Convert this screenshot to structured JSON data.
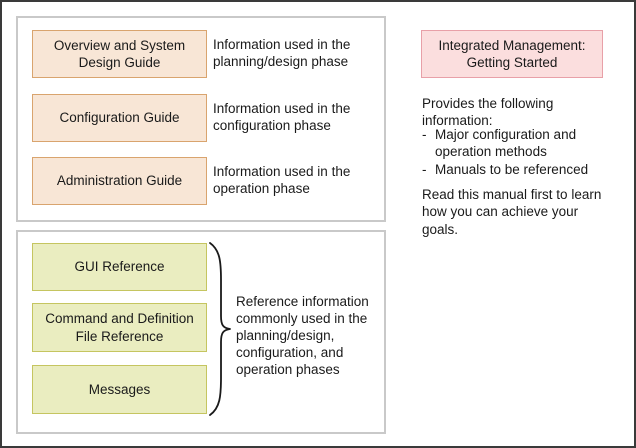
{
  "figure": {
    "frame_border_color": "#3a3a3a",
    "panel_border_color": "#c9c9c9",
    "background": "#ffffff"
  },
  "palette": {
    "orange_fill": "#f8e6d6",
    "orange_border": "#d9a46e",
    "green_fill": "#eaedc0",
    "green_border": "#c5c560",
    "pink_fill": "#fbdede",
    "pink_border": "#e8a0a8",
    "text": "#1a1a1a"
  },
  "guides_panel": {
    "rows": [
      {
        "card_label": "Overview and System\nDesign Guide",
        "description": "Information used in the\nplanning/design phase"
      },
      {
        "card_label": "Configuration Guide",
        "description": "Information used in the\nconfiguration phase"
      },
      {
        "card_label": "Administration Guide",
        "description": "Information used in the\noperation phase"
      }
    ]
  },
  "reference_panel": {
    "cards": [
      {
        "label": "GUI Reference"
      },
      {
        "label": "Command and Definition\nFile Reference"
      },
      {
        "label": "Messages"
      }
    ],
    "brace_icon": "right-curly-brace-icon",
    "caption": "Reference information\ncommonly used in the\nplanning/design,\nconfiguration, and\noperation phases"
  },
  "getting_started": {
    "card_label": "Integrated Management:\nGetting Started",
    "intro": "Provides the following\ninformation:",
    "bullets": [
      {
        "dash": "-",
        "text": "Major configuration and\noperation methods"
      },
      {
        "dash": "-",
        "text": "Manuals to be referenced"
      }
    ],
    "outro": "Read this manual first to learn\nhow you can achieve your\ngoals."
  }
}
